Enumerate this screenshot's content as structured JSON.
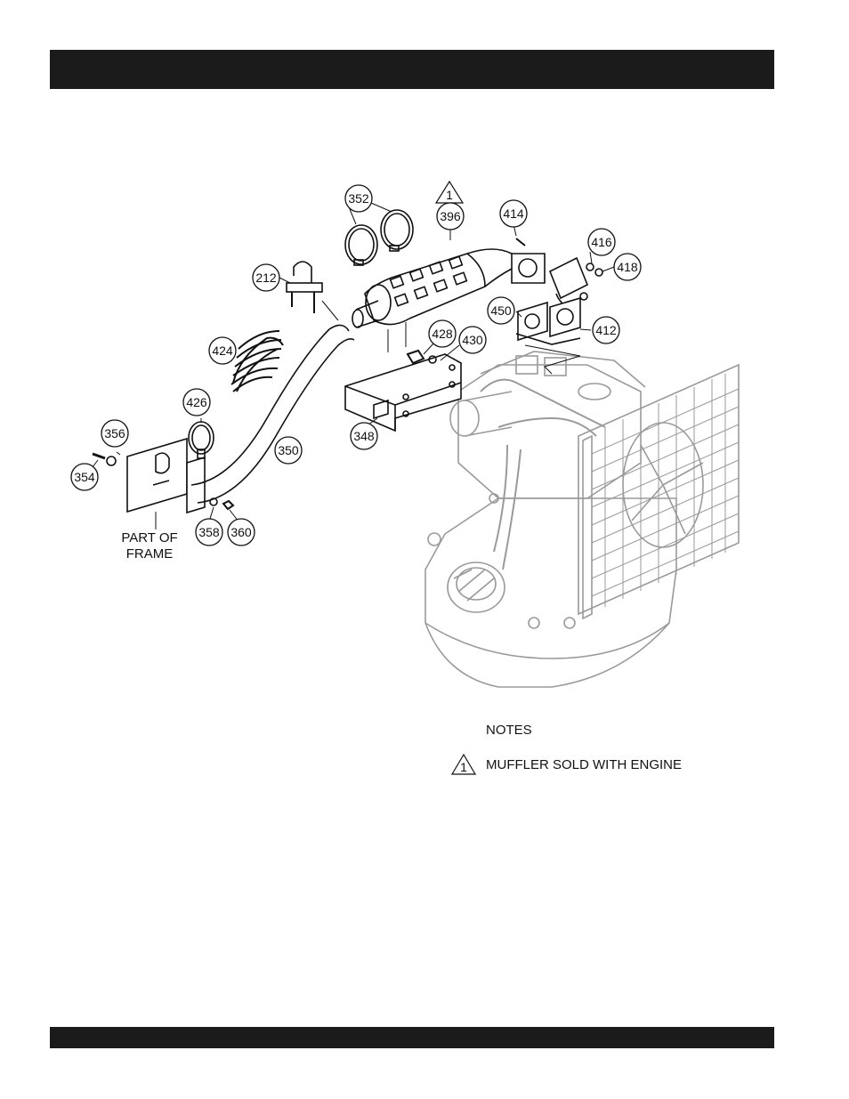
{
  "header": {
    "bar_text": ""
  },
  "footer": {
    "bar_text": ""
  },
  "figure": {
    "warning_mark": "1",
    "frame_label": [
      "PART OF",
      "FRAME"
    ],
    "callouts": {
      "c352": "352",
      "c396": "396",
      "c414": "414",
      "c416": "416",
      "c418": "418",
      "c212": "212",
      "c450": "450",
      "c412": "412",
      "c424": "424",
      "c428": "428",
      "c430": "430",
      "c426": "426",
      "c356": "356",
      "c354": "354",
      "c350": "350",
      "c348": "348",
      "c358": "358",
      "c360": "360"
    }
  },
  "notes": {
    "title": "NOTES",
    "items": [
      {
        "mark": "1",
        "text": "MUFFLER SOLD WITH ENGINE"
      }
    ]
  },
  "colors": {
    "bar": "#1b1b1b",
    "line": "#111111",
    "engine_line": "#9a9a9a"
  }
}
